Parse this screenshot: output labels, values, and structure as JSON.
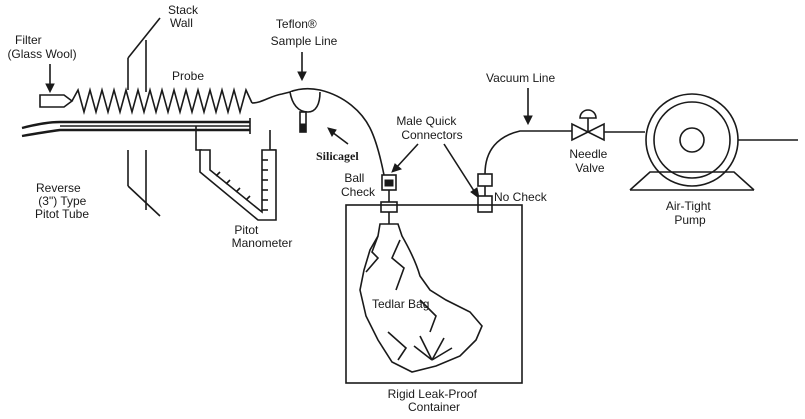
{
  "labels": {
    "stack_wall": [
      "Stack",
      "Wall"
    ],
    "filter": [
      "Filter",
      "(Glass Wool)"
    ],
    "probe": "Probe",
    "teflon_line": [
      "Teflon®",
      "Sample Line"
    ],
    "silicagel": "Silicagel",
    "ball_check": [
      "Ball",
      "Check"
    ],
    "male_quick": [
      "Male Quick",
      "Connectors"
    ],
    "no_check": "No Check",
    "vacuum_line": "Vacuum Line",
    "needle_valve": [
      "Needle",
      "Valve"
    ],
    "air_tight_pump": [
      "Air-Tight",
      "Pump"
    ],
    "reverse_pitot": [
      "Reverse",
      "(3\") Type",
      "Pitot Tube"
    ],
    "pitot_manometer": [
      "Pitot",
      "Manometer"
    ],
    "tedlar_bag": "Tedlar Bag",
    "container": [
      "Rigid Leak-Proof",
      "Container"
    ]
  }
}
